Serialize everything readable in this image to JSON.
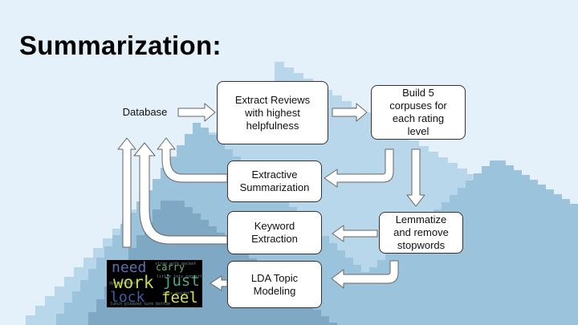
{
  "title": "Summarization:",
  "nodes": {
    "database": "Database",
    "extract_reviews": "Extract Reviews\nwith highest\nhelpfulness",
    "build_corpuses": "Build 5\ncorpuses for\neach rating\nlevel",
    "extractive_summarization": "Extractive\nSummarization",
    "lemmatize": "Lemmatize\nand remove\nstopwords",
    "keyword_extraction": "Keyword\nExtraction",
    "lda_topic_modeling": "LDA Topic\nModeling"
  },
  "wordcloud": {
    "words": [
      "need",
      "carry",
      "work",
      "just",
      "lock",
      "feel"
    ],
    "colors": {
      "need": "#5b6fb0",
      "carry": "#6fae7a",
      "work": "#c9d84a",
      "just": "#4fa68a",
      "lock": "#3c5fa0",
      "feel": "#d6e24e"
    }
  },
  "colors": {
    "background": "#e4f1fa",
    "mountain_light": "#b9d7ea",
    "mountain_mid": "#9cc3dc",
    "mountain_dark": "#7fa8c4",
    "arrow_fill": "#ffffff",
    "arrow_stroke": "#666666"
  }
}
